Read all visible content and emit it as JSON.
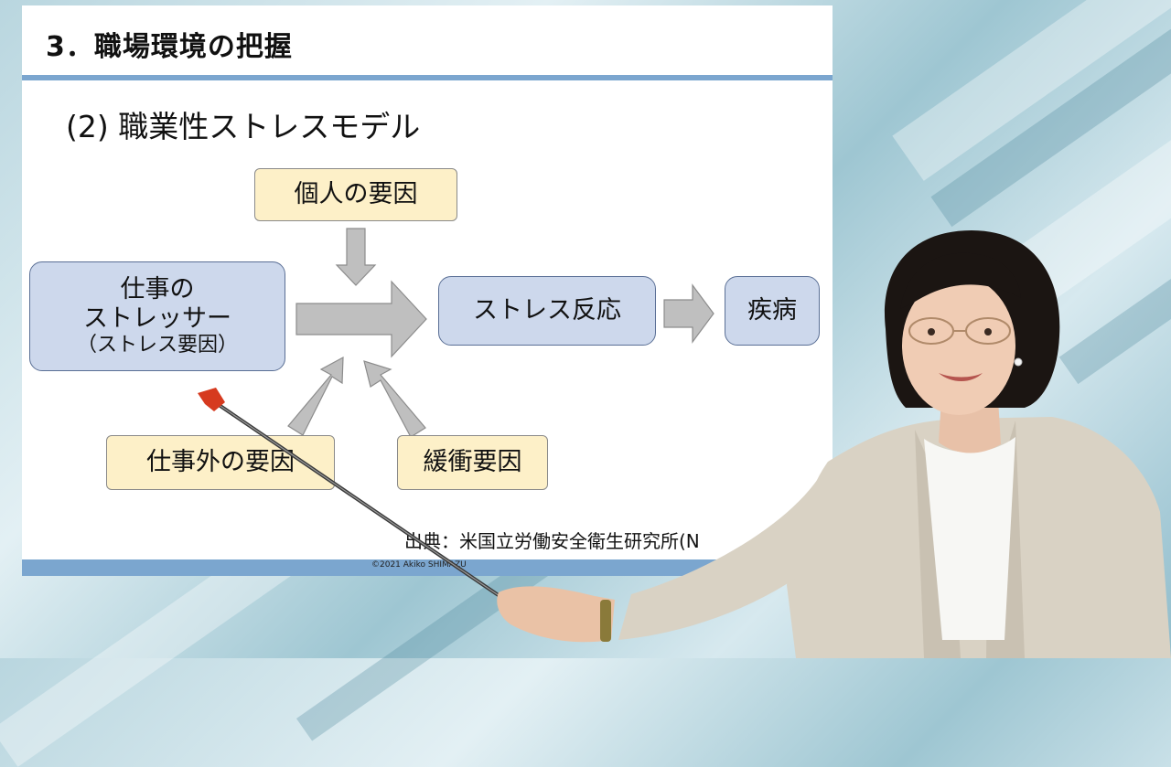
{
  "slide": {
    "title": "3．職場環境の把握",
    "subtitle": "(2) 職業性ストレスモデル",
    "source": "出典：米国立労働安全衛生研究所(N",
    "copyright": "©2021  Akiko SHIMAZU"
  },
  "diagram": {
    "individual_factors": "個人の要因",
    "job_stressors_line1": "仕事の",
    "job_stressors_line2": "ストレッサー",
    "job_stressors_line3": "（ストレス要因）",
    "stress_reaction": "ストレス反応",
    "illness": "疾病",
    "non_work_factors": "仕事外の要因",
    "buffer_factors": "緩衝要因"
  },
  "colors": {
    "accent_bar": "#7ba6cf",
    "yellow_box": "#fdf0c8",
    "blue_box": "#cdd8ec",
    "arrow_fill": "#bfbfbf"
  }
}
